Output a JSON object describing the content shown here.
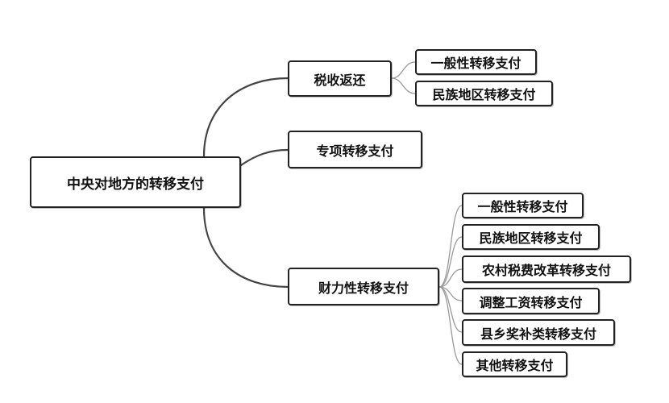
{
  "diagram": {
    "root": {
      "label": "中央对地方的转移支付"
    },
    "branches": [
      {
        "label": "税收返还",
        "children": [
          "一般性转移支付",
          "民族地区转移支付"
        ]
      },
      {
        "label": "专项转移支付",
        "children": []
      },
      {
        "label": "财力性转移支付",
        "children": [
          "一般性转移支付",
          "民族地区转移支付",
          "农村税费改革转移支付",
          "调整工资转移支付",
          "县乡奖补类转移支付",
          "其他转移支付"
        ]
      }
    ]
  },
  "colors": {
    "node_border": "#222222",
    "main_connector": "#444444",
    "leaf_connector": "#999999",
    "background": "#ffffff"
  }
}
